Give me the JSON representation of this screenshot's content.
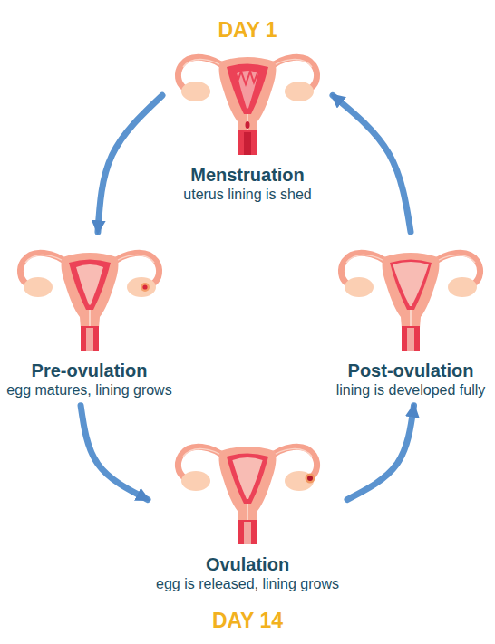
{
  "diagram": {
    "nodes": [
      {
        "text": [
          "Menstruation",
          "uterus lining is shed"
        ]
      },
      {
        "text": [
          "Pre-ovulation",
          "egg matures, lining grows"
        ]
      },
      {
        "text": [
          "Post-ovulation",
          "lining is developed fully"
        ]
      },
      {
        "text": [
          "Ovulation",
          "egg is released, lining grows"
        ]
      }
    ],
    "edges": [
      {
        "from": 0,
        "to": 1,
        "arrow": "to"
      },
      {
        "from": 1,
        "to": 3,
        "arrow": "to"
      },
      {
        "from": 3,
        "to": 2,
        "arrow": "to"
      },
      {
        "from": 2,
        "to": 0,
        "arrow": "to"
      }
    ],
    "labels": [
      "DAY 1",
      "DAY 14"
    ]
  }
}
